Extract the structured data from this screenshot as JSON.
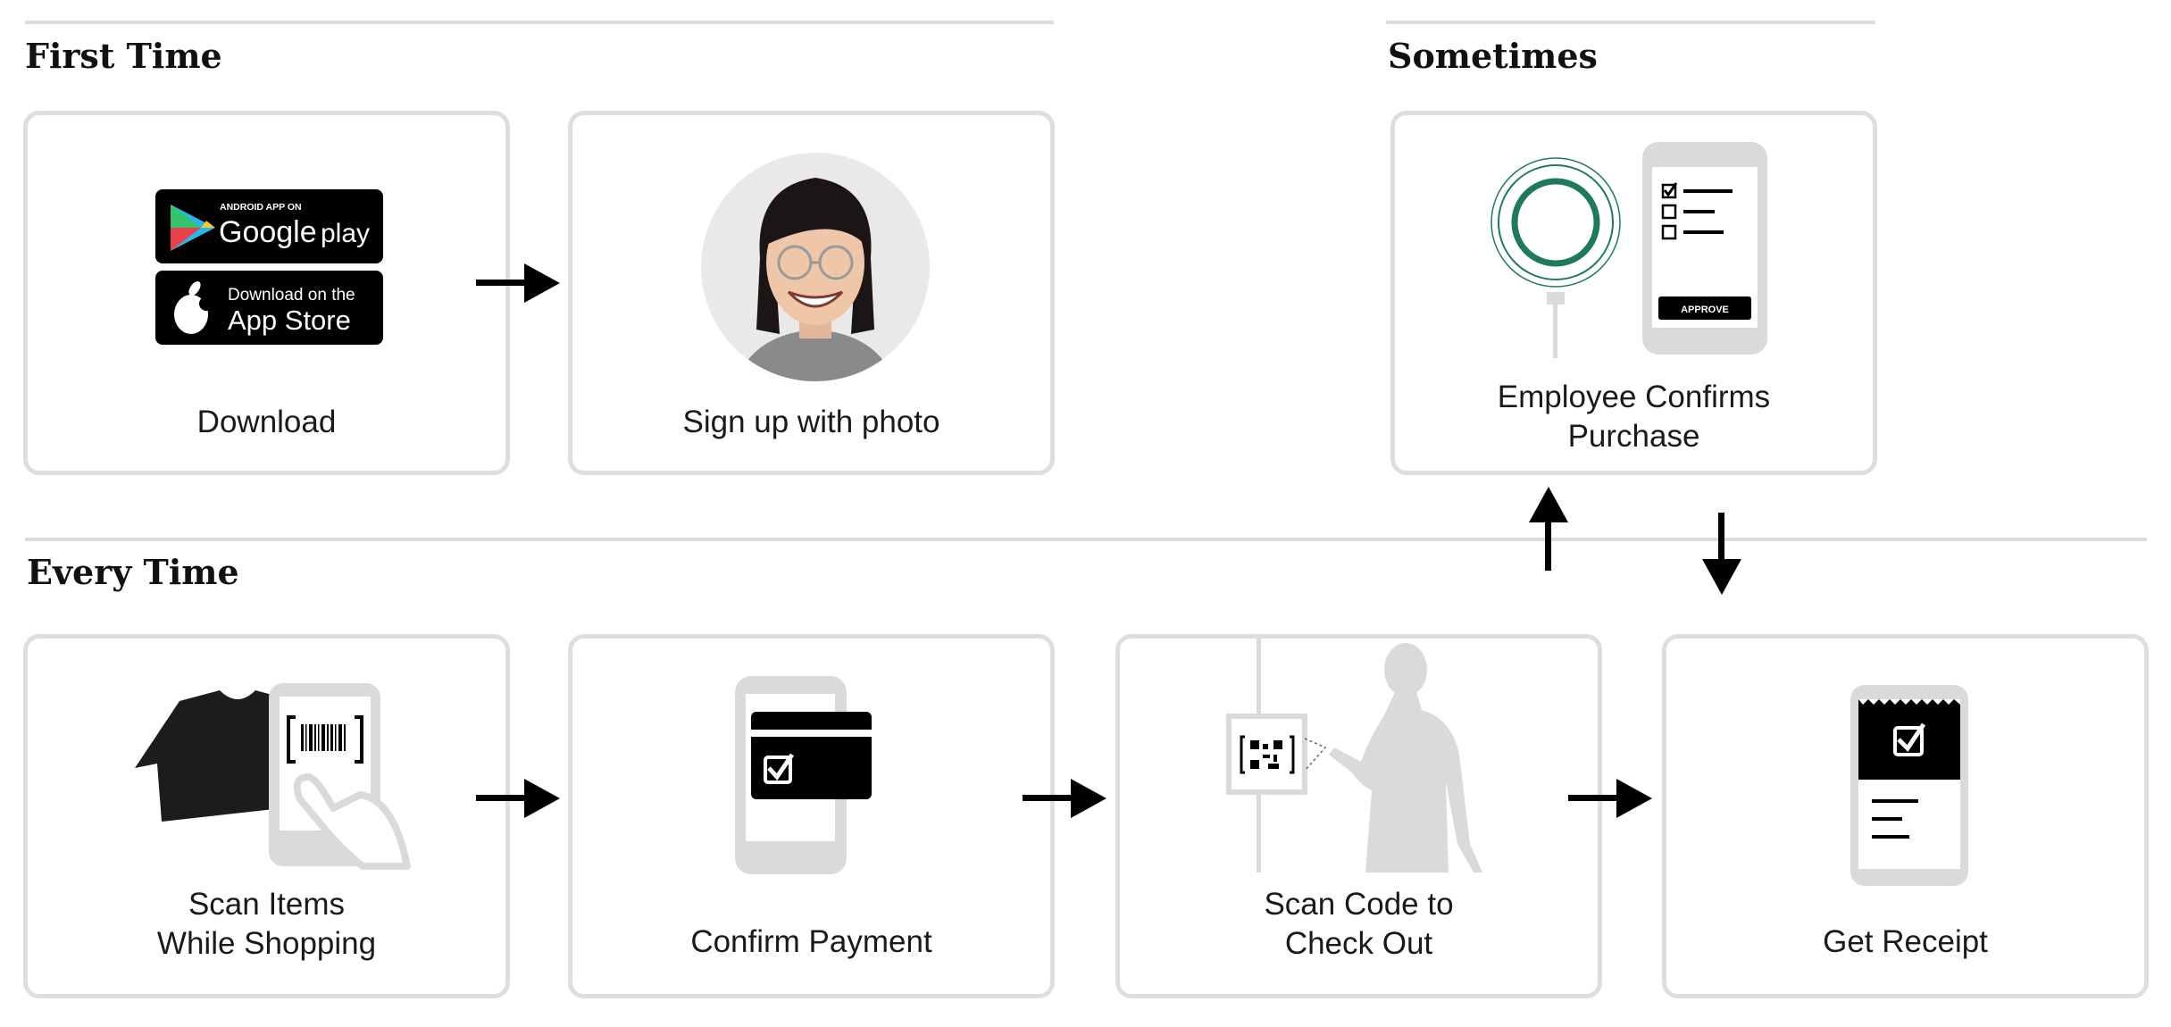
{
  "sections": {
    "first_time": "First Time",
    "sometimes": "Sometimes",
    "every_time": "Every Time"
  },
  "badges": {
    "google_small": "ANDROID APP ON",
    "google_big": "Google",
    "google_play": "play",
    "apple_small": "Download on the",
    "apple_big": "App Store"
  },
  "steps": {
    "download": "Download",
    "signup": "Sign up with photo",
    "confirm_purchase": "Employee Confirms\nPurchase",
    "scan_items": "Scan Items\nWhile Shopping",
    "confirm_payment": "Confirm Payment",
    "scan_code": "Scan Code to\nCheck Out",
    "receipt": "Get Receipt"
  },
  "approve_label": "APPROVE",
  "colors": {
    "card_border": "#dedee0",
    "illustration_gray": "#d9dadc",
    "accent_green": "#1e7a5e",
    "ink": "#000000"
  }
}
